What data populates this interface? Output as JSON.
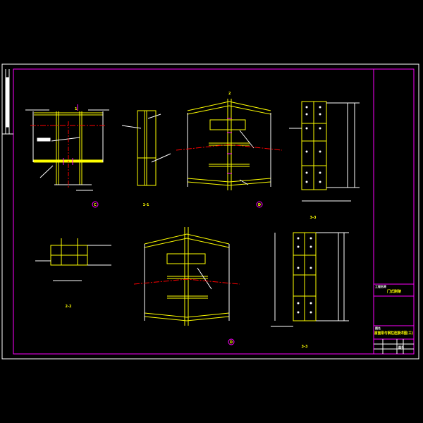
{
  "colors": {
    "background": "#000000",
    "frame": "#ffffff",
    "border": "#ff00ff",
    "steel": "#ffff00",
    "axis": "#ff0000",
    "leader": "#ffffff"
  },
  "details": {
    "c": {
      "label": "C"
    },
    "d1": {
      "label": "D"
    },
    "d2": {
      "label": "D"
    },
    "sec11": {
      "label": "1-1"
    },
    "sec22": {
      "label": "2-2"
    },
    "sec33a": {
      "label": "3-3"
    },
    "sec33b": {
      "label": "3-3"
    },
    "cut1": {
      "label": "1"
    },
    "cut2": {
      "label": "2"
    }
  },
  "title_block": {
    "project_label": "工程名称",
    "project": "门式刚架",
    "drawing_label": "图名",
    "drawing_title": "屋面梁与钢柱连接详图(三)",
    "sheet_label": "图号"
  }
}
